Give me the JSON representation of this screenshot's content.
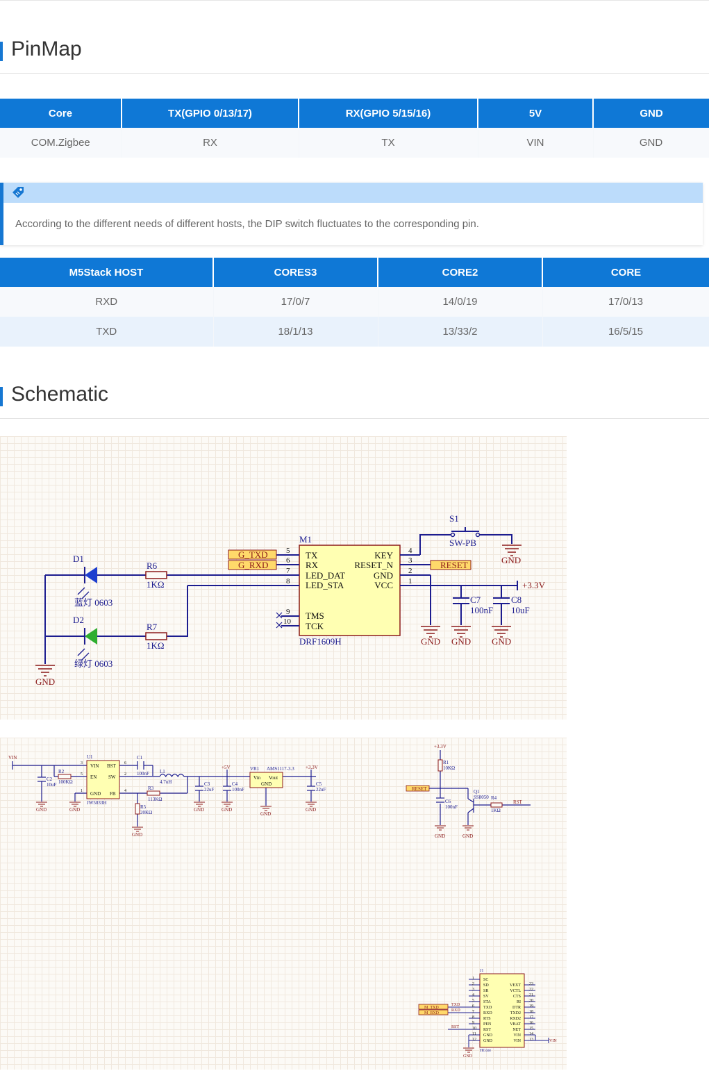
{
  "pinmap": {
    "title": "PinMap",
    "headers": [
      "Core",
      "TX(GPIO 0/13/17)",
      "RX(GPIO 5/15/16)",
      "5V",
      "GND"
    ],
    "rows": [
      [
        "COM.Zigbee",
        "RX",
        "TX",
        "VIN",
        "GND"
      ]
    ]
  },
  "tip": {
    "text": "According to the different needs of different hosts, the DIP switch fluctuates to the corresponding pin.",
    "icon": "tag-icon"
  },
  "host_table": {
    "headers": [
      "M5Stack HOST",
      "CORES3",
      "CORE2",
      "CORE"
    ],
    "rows": [
      [
        "RXD",
        "17/0/7",
        "14/0/19",
        "17/0/13"
      ],
      [
        "TXD",
        "18/1/13",
        "13/33/2",
        "16/5/15"
      ]
    ]
  },
  "schematic": {
    "title": "Schematic",
    "main": {
      "m1": "M1",
      "part": "DRF1609H",
      "left_pins": [
        "TX",
        "RX",
        "LED_DAT",
        "LED_STA",
        "TMS",
        "TCK"
      ],
      "left_nums": [
        "5",
        "6",
        "7",
        "8",
        "9",
        "10"
      ],
      "right_pins": [
        "KEY",
        "RESET_N",
        "GND",
        "VCC"
      ],
      "right_nums": [
        "4",
        "3",
        "2",
        "1"
      ],
      "net_txd": "G_TXD",
      "net_rxd": "G_RXD",
      "net_reset": "RESET",
      "s1": "S1",
      "sw": "SW-PB",
      "d1": "D1",
      "d1_desc": "蓝灯 0603",
      "d2": "D2",
      "d2_desc": "绿灯 0603",
      "r6": "R6",
      "r7": "R7",
      "r_val": "1KΩ",
      "c7": "C7",
      "c7_val": "100nF",
      "c8": "C8",
      "c8_val": "10uF",
      "v33": "+3.3V",
      "gnd": "GND"
    },
    "power": {
      "vin": "VIN",
      "u1": "U1",
      "u1_part": "JW5033H",
      "u1_pins": [
        "VIN",
        "BST",
        "EN",
        "SW",
        "GND",
        "FB"
      ],
      "u1_nums": [
        "3",
        "6",
        "5",
        "2",
        "1",
        "4"
      ],
      "c1": "C1",
      "c1_val": "100nF",
      "c2": "C2",
      "c2_val": "10uF",
      "r2": "R2",
      "r2_val": "100KΩ",
      "l1": "L1",
      "l1_val": "4.7uH",
      "r3": "R3",
      "r3_val": "113KΩ",
      "r5": "R5",
      "r5_val": "20KΩ",
      "c3": "C3",
      "c3_val": "22uF",
      "c4": "C4",
      "c4_val": "100nF",
      "v5": "+5V",
      "vr1": "VR1",
      "vr1_part": "AMS1117-3.3",
      "vr1_pins": [
        "Vin",
        "Vout",
        "GND"
      ],
      "v33": "+3.3V",
      "c5": "C5",
      "c5_val": "22uF",
      "gnd": "GND"
    },
    "reset": {
      "v33": "+3.3V",
      "r1": "R1",
      "r1_val": "10KΩ",
      "net": "RESET",
      "c6": "C6",
      "c6_val": "100nF",
      "q1": "Q1",
      "q1_part": "SS8050",
      "r4": "R4",
      "r4_val": "1KΩ",
      "rst": "RST",
      "gnd": "GND"
    },
    "header": {
      "j1": "J1",
      "part": "HCore",
      "left_pins": [
        "SC",
        "SD",
        "SR",
        "SV",
        "STA",
        "TXD",
        "RXD",
        "RTS",
        "PEN",
        "RST",
        "GND",
        "GND"
      ],
      "right_pins": [
        "VEXT",
        "VCTL",
        "CTS",
        "RI",
        "DTR",
        "TXD2",
        "RXD2",
        "VBAT",
        "NET",
        "VIN",
        "VIN"
      ],
      "left_nums": [
        "1",
        "2",
        "3",
        "4",
        "5",
        "6",
        "7",
        "8",
        "9",
        "10",
        "11",
        "12"
      ],
      "right_nums": [
        "23",
        "22",
        "21",
        "20",
        "19",
        "18",
        "17",
        "16",
        "15",
        "14",
        "13"
      ],
      "m_txd": "M_TXD",
      "m_rxd": "M_RXD",
      "txd": "TXD",
      "rxd": "RXD",
      "rst": "RST",
      "vin": "VIN",
      "gnd": "GND"
    }
  },
  "colors": {
    "accent": "#0f78d6",
    "wire": "#1c1c8f",
    "label": "#8b1a1a",
    "chip": "#ffffb2"
  }
}
